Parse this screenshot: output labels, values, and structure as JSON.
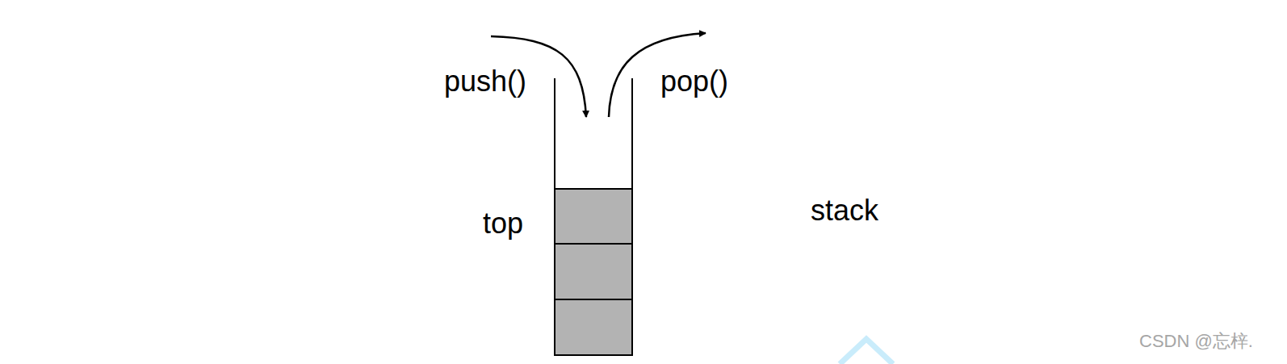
{
  "diagram": {
    "labels": [
      "push()",
      "pop()",
      "top",
      "stack",
      "CSDN @忘梓."
    ]
  }
}
